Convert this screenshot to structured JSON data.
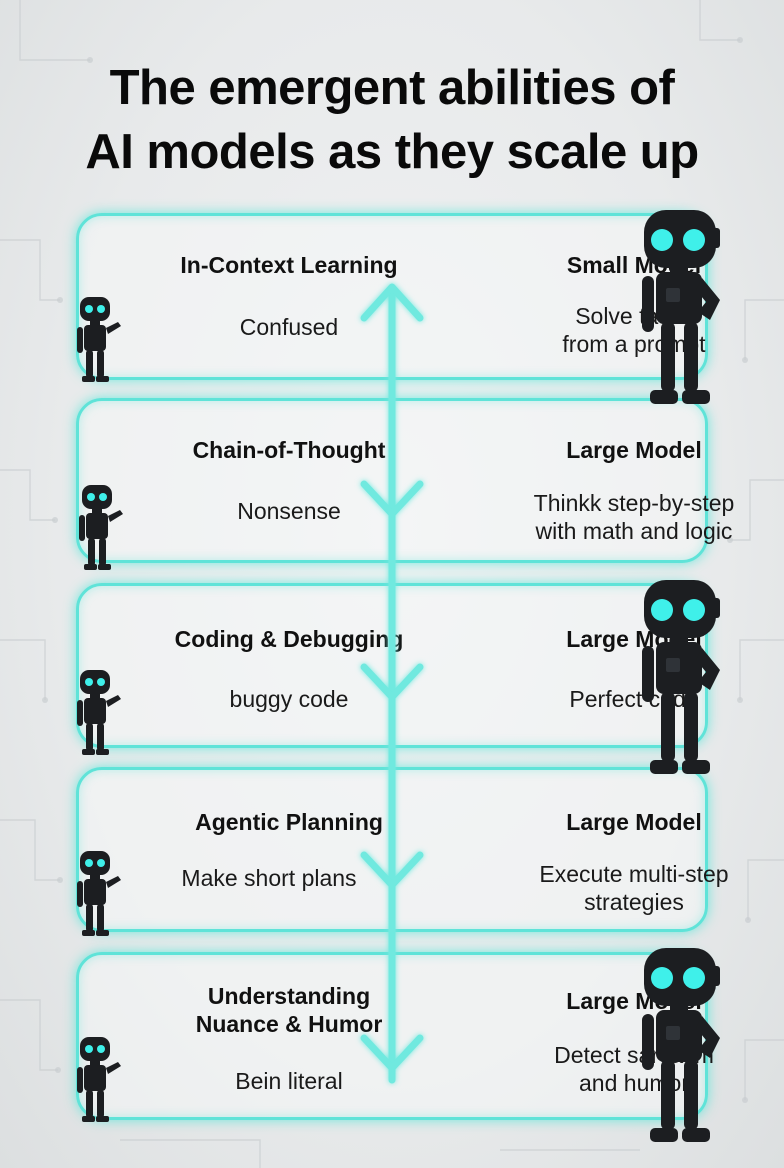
{
  "title": {
    "line1": "The emergent abilities of",
    "line2": "AI models as they scale up"
  },
  "rows": [
    {
      "left_title": "In-Context Learning",
      "left_text": "Confused",
      "right_title": "Small Model",
      "right_text_1": "Solve tasks",
      "right_text_2": "from a prompt"
    },
    {
      "left_title": "Chain-of-Thought",
      "left_text": "Nonsense",
      "right_title": "Large Model",
      "right_text_1": "Thinkk step-by-step",
      "right_text_2": "with math and logic"
    },
    {
      "left_title": "Coding & Debugging",
      "left_text": "buggy code",
      "right_title": "Large Model",
      "right_text_1": "Perfect code",
      "right_text_2": ""
    },
    {
      "left_title": "Agentic Planning",
      "left_text": "Make short plans",
      "right_title": "Large Model",
      "right_text_1": "Execute multi-step",
      "right_text_2": "strategies"
    },
    {
      "left_title_1": "Understanding",
      "left_title_2": "Nuance & Humor",
      "left_text": "Bein literal",
      "right_title": "Large Model",
      "right_text_1": "Detect sarcasm",
      "right_text_2": "and humor"
    }
  ],
  "colors": {
    "accent": "#5fe3d8",
    "robot_body": "#1c1e21",
    "robot_eye": "#3ff0ea"
  },
  "icons": [
    "small-robot-icon",
    "large-robot-icon",
    "up-arrow-icon",
    "down-arrow-icon"
  ]
}
